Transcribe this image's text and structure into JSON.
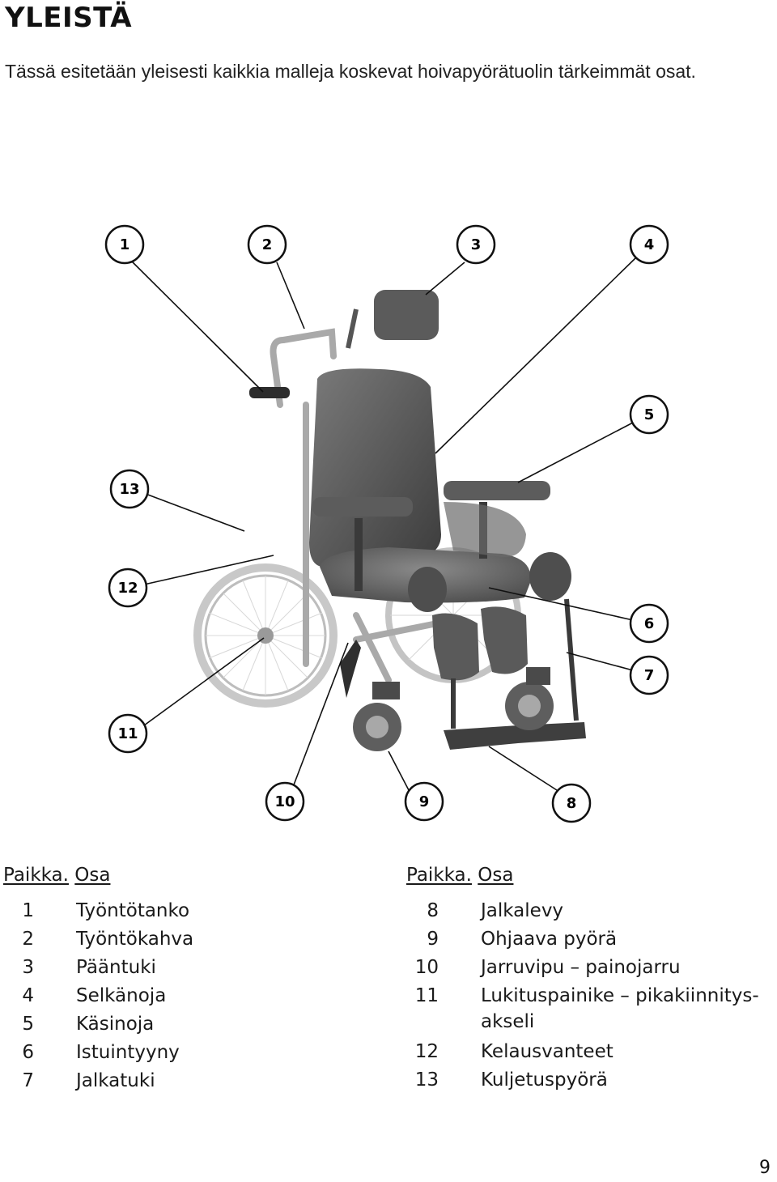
{
  "heading": "YLEISTÄ",
  "intro": "Tässä esitetään yleisesti kaikkia malleja koskevat hoivapyörätuolin tärkeimmät osat.",
  "callouts": [
    "1",
    "2",
    "3",
    "4",
    "5",
    "13",
    "12",
    "6",
    "7",
    "11",
    "10",
    "9",
    "8"
  ],
  "left_table": {
    "header_pos": "Paikka.",
    "header_part": "Osa",
    "rows": [
      {
        "num": "1",
        "part": "Työntötanko"
      },
      {
        "num": "2",
        "part": "Työntökahva"
      },
      {
        "num": "3",
        "part": "Pääntuki"
      },
      {
        "num": "4",
        "part": "Selkänoja"
      },
      {
        "num": "5",
        "part": "Käsinoja"
      },
      {
        "num": "6",
        "part": "Istuintyyny"
      },
      {
        "num": "7",
        "part": "Jalkatuki"
      }
    ]
  },
  "right_table": {
    "header_pos": "Paikka.",
    "header_part": "Osa",
    "rows": [
      {
        "num": "8",
        "part": "Jalkalevy"
      },
      {
        "num": "9",
        "part": "Ohjaava pyörä"
      },
      {
        "num": "10",
        "part": "Jarruvipu – painojarru"
      },
      {
        "num": "11",
        "part": "Lukituspainike – pikakiinnitys-",
        "part2": "akseli"
      },
      {
        "num": "12",
        "part": "Kelausvanteet"
      },
      {
        "num": "13",
        "part": "Kuljetuspyörä"
      }
    ]
  },
  "page_number": "9"
}
